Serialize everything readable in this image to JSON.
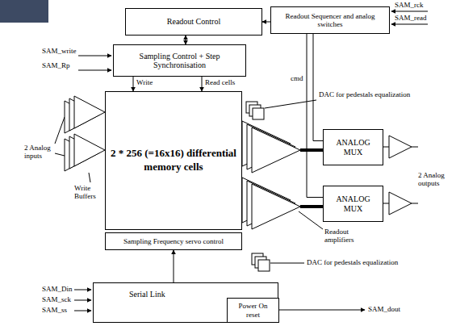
{
  "diagram": {
    "nodes": [
      {
        "text": [
          "Readout Control"
        ]
      },
      {
        "text": [
          "Readout Sequencer and analog switches"
        ]
      },
      {
        "text": [
          "Sampling Control + Step Synchronisation"
        ]
      },
      {
        "text": [
          "2 * 256 (=16x16) differential memory cells"
        ]
      },
      {
        "text": [
          "ANALOG MUX"
        ]
      },
      {
        "text": [
          "ANALOG MUX"
        ]
      },
      {
        "text": [
          "Sampling Frequency servo control"
        ]
      },
      {
        "text": [
          "Serial Link"
        ]
      },
      {
        "text": [
          "Power On reset"
        ],
        "in": 7
      }
    ],
    "edges": [
      {
        "from": 0,
        "to": 2,
        "arrow": "both"
      },
      {
        "from": 1,
        "to": 0,
        "arrow": "to"
      },
      {
        "from": 2,
        "to": 3,
        "label": "Write",
        "arrow": "to"
      },
      {
        "from": 2,
        "to": 3,
        "label": "Read cells",
        "arrow": "to"
      },
      {
        "from": 1,
        "to": 4,
        "arrow": "none"
      },
      {
        "from": 1,
        "to": 5,
        "arrow": "none"
      },
      {
        "from": 7,
        "to": 6,
        "arrow": "to"
      }
    ],
    "labels": [
      "SAM_rck",
      "SAM_read",
      "SAM_write",
      "SAM_Rp",
      "2 Analog inputs",
      "Write Buffers",
      "cmd",
      "DAC for pedestals equalization",
      "Readout amplifiers",
      "2 Analog outputs",
      "DAC for pedestals equalization",
      "SAM_Din",
      "SAM_sck",
      "SAM_ss",
      "SAM_dout"
    ]
  }
}
